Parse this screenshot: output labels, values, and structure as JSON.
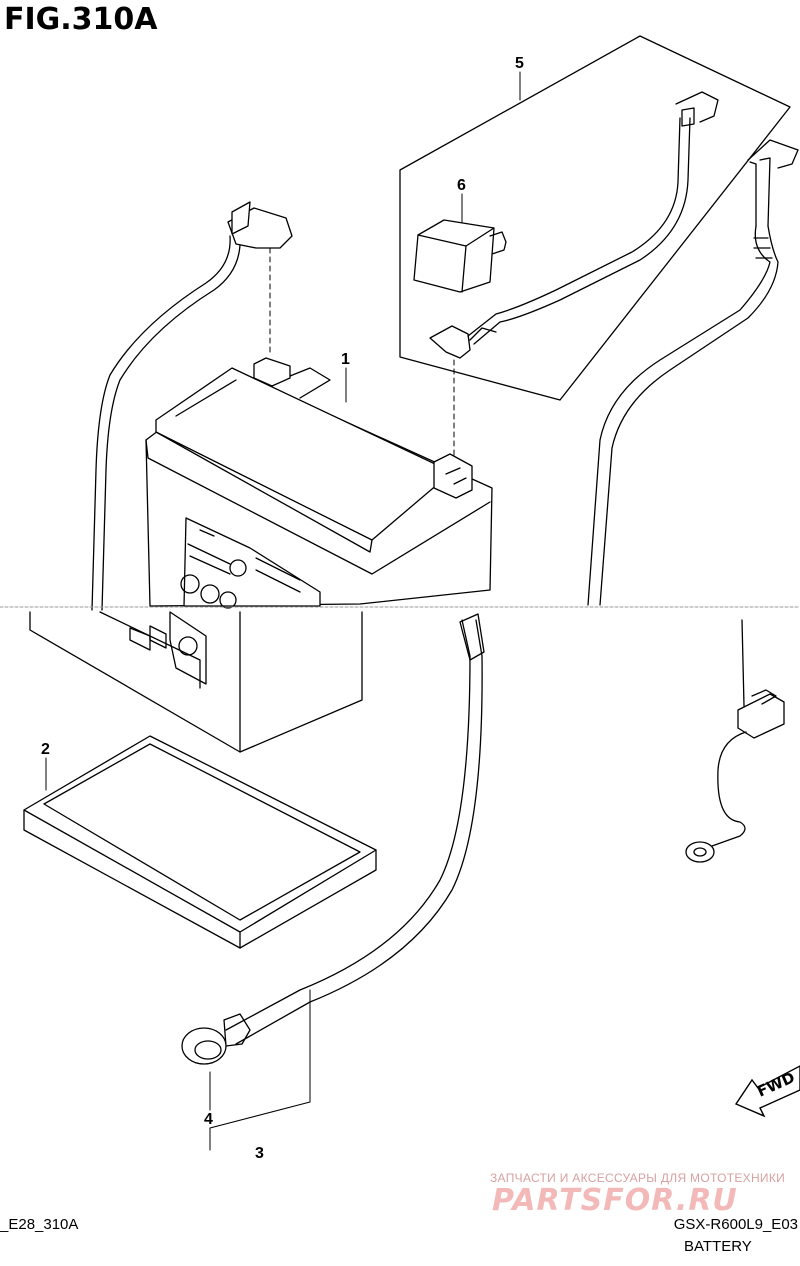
{
  "figure": {
    "title": "FIG.310A",
    "code_left": "_E28_310A",
    "code_right": "GSX-R600L9_E03",
    "caption": "BATTERY"
  },
  "callouts": [
    "1",
    "2",
    "3",
    "4",
    "5",
    "6"
  ],
  "direction_marker": "FWD",
  "watermark": {
    "line1": "ЗАПЧАСТИ И АКСЕССУАРЫ ДЛЯ МОТОТЕХНИКИ",
    "brand": "PARTSFOR.RU"
  },
  "colors": {
    "line": "#000000",
    "watermark": "#f3b9b9",
    "background": "#ffffff"
  }
}
